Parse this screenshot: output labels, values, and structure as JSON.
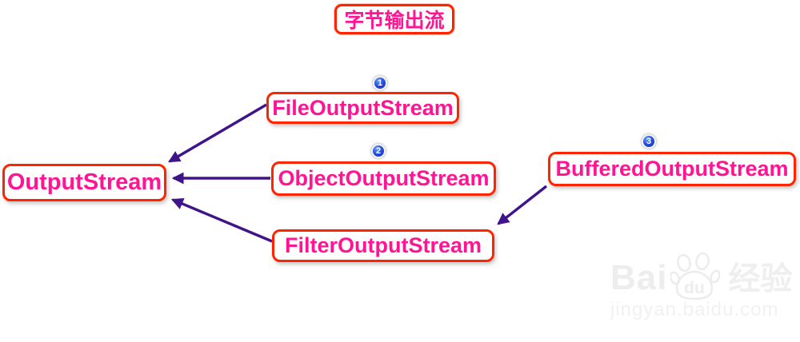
{
  "diagram": {
    "title": "字节输出流",
    "nodes": [
      {
        "id": "output-stream",
        "label": "OutputStream"
      },
      {
        "id": "file-output-stream",
        "label": "FileOutputStream",
        "badge": "1"
      },
      {
        "id": "object-output-stream",
        "label": "ObjectOutputStream",
        "badge": "2"
      },
      {
        "id": "filter-output-stream",
        "label": "FilterOutputStream"
      },
      {
        "id": "buffered-output-stream",
        "label": "BufferedOutputStream",
        "badge": "3"
      }
    ],
    "edges": [
      {
        "from": "FileOutputStream",
        "to": "OutputStream"
      },
      {
        "from": "ObjectOutputStream",
        "to": "OutputStream"
      },
      {
        "from": "FilterOutputStream",
        "to": "OutputStream"
      },
      {
        "from": "BufferedOutputStream",
        "to": "FilterOutputStream"
      }
    ],
    "colors": {
      "node_text": "#ff1493",
      "node_border": "#ff2400",
      "arrow": "#3f1389",
      "badge_blue": "#1a3fd4"
    }
  },
  "watermark": {
    "brand_prefix": "Bai",
    "brand_paw_text": "du",
    "brand_cn": "经验",
    "url": "jingyan.baidu.com"
  }
}
